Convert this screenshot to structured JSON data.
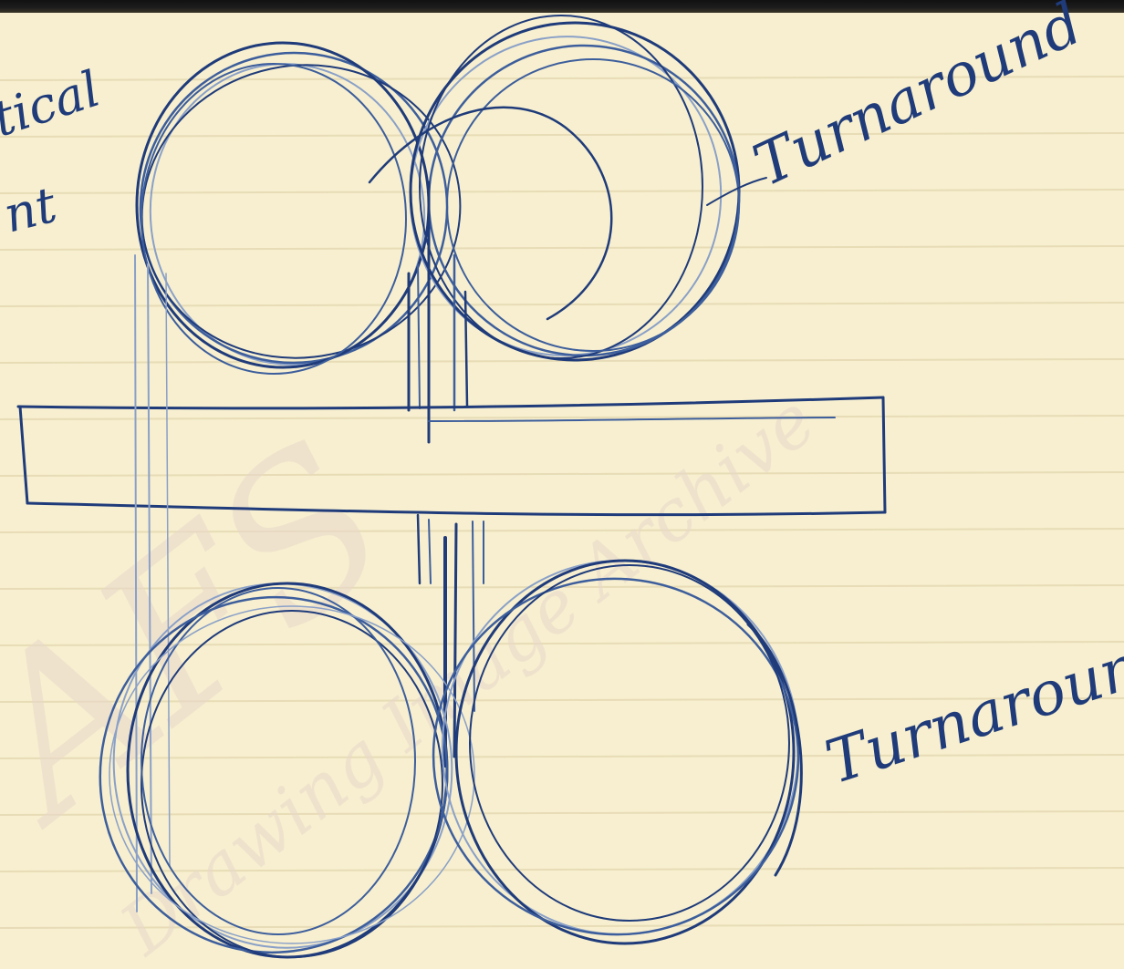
{
  "annotations": {
    "top_left_line1": "tical",
    "top_left_line2": "nt",
    "top_right": "Turnaround",
    "bottom_right": "Turnaround"
  },
  "watermark": {
    "line1": "AFS",
    "line2": "Drawing Image Archive"
  },
  "colors": {
    "paper": "#f7efcf",
    "ink": "#1f3b7a",
    "ruling": "#e7dcb6"
  }
}
